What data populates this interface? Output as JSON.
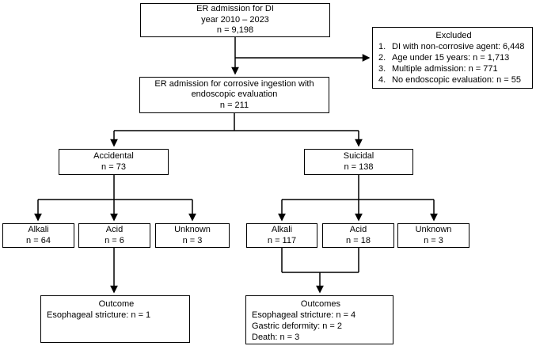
{
  "diagram": {
    "admission": {
      "line1": "ER admission for DI",
      "line2": "year 2010 – 2023",
      "line3": "n = 9,198"
    },
    "excluded": {
      "title": "Excluded",
      "items": [
        {
          "num": "1.",
          "text": "DI with non-corrosive agent: 6,448"
        },
        {
          "num": "2.",
          "text": "Age under 15 years: n = 1,713"
        },
        {
          "num": "3.",
          "text": "Multiple admission: n = 771"
        },
        {
          "num": "4.",
          "text": "No endoscopic evaluation: n = 55"
        }
      ]
    },
    "corrosive": {
      "line1": "ER admission for corrosive ingestion with",
      "line2": "endoscopic evaluation",
      "line3": "n = 211"
    },
    "accidental": {
      "label": "Accidental",
      "n": "n = 73"
    },
    "suicidal": {
      "label": "Suicidal",
      "n": "n = 138"
    },
    "accidental_alkali": {
      "label": "Alkali",
      "n": "n = 64"
    },
    "accidental_acid": {
      "label": "Acid",
      "n": "n = 6"
    },
    "accidental_unknown": {
      "label": "Unknown",
      "n": "n = 3"
    },
    "suicidal_alkali": {
      "label": "Alkali",
      "n": "n = 117"
    },
    "suicidal_acid": {
      "label": "Acid",
      "n": "n = 18"
    },
    "suicidal_unknown": {
      "label": "Unknown",
      "n": "n = 3"
    },
    "outcome_accidental": {
      "title": "Outcome",
      "line1": "Esophageal stricture: n = 1"
    },
    "outcome_suicidal": {
      "title": "Outcomes",
      "line1": "Esophageal stricture: n = 4",
      "line2": "Gastric deformity: n = 2",
      "line3": "Death: n = 3"
    }
  },
  "colors": {
    "line": "#000000",
    "box_background": "#ffffff",
    "text": "#000000"
  }
}
